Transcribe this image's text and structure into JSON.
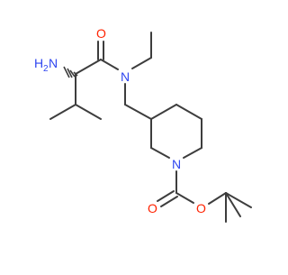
{
  "molecule": {
    "atom_labels": {
      "amine": "H2N",
      "amine_h": "H",
      "amine_subscript": "2",
      "amine_n": "N",
      "carbonyl_o_top": "O",
      "amide_n": "N",
      "piperidine_n": "N",
      "carbamate_o_bottom": "O",
      "ester_o": "O"
    },
    "colors": {
      "bond": "#3d3d3d",
      "nitrogen": "#2f46f0",
      "oxygen": "#ff2200",
      "background": "#ffffff"
    }
  }
}
